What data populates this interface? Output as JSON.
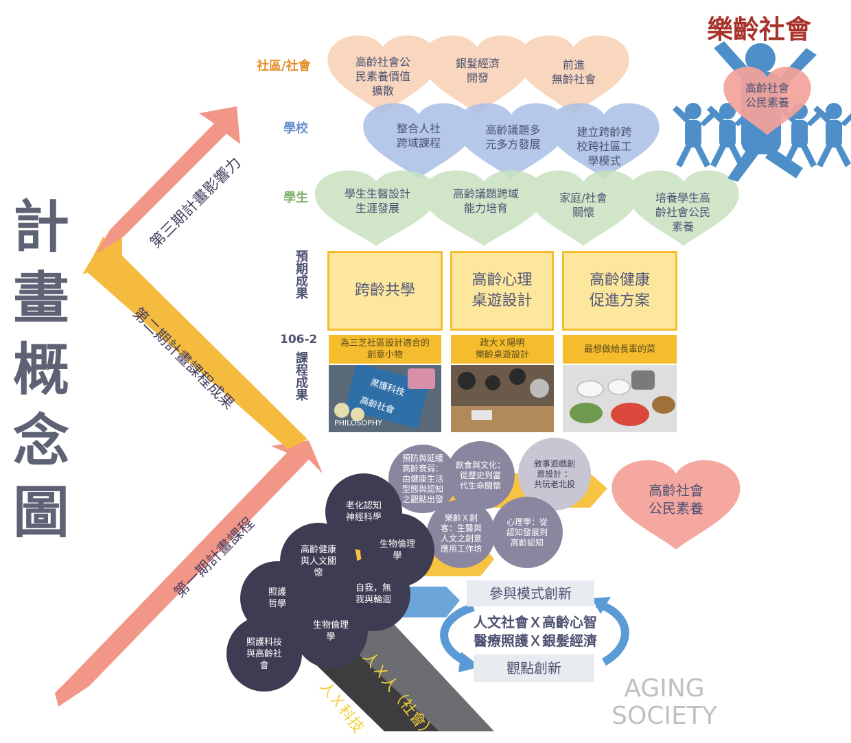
{
  "title_vertical": [
    "計",
    "畫",
    "概",
    "念",
    "圖"
  ],
  "top_title": "樂齡社會",
  "top_heart": "高齡社會\n公民素養",
  "levels": {
    "community": "社區/社會",
    "school": "學校",
    "student": "學生"
  },
  "community_hearts": [
    "高齡社會公\n民素養價值\n擴散",
    "銀髮經濟\n開發",
    "前進\n無齡社會"
  ],
  "school_hearts": [
    "整合人社\n跨域課程",
    "高齡議題多\n元多方發展",
    "建立跨齡跨\n校跨社區工\n學模式"
  ],
  "student_hearts": [
    "學生生醫設計\n生涯發展",
    "高齡議題跨域\n能力培育",
    "家庭/社會\n關懷",
    "培養學生高\n齡社會公民\n素養"
  ],
  "expected_label": "預期成果",
  "outcomes": [
    "跨齡共學",
    "高齡心理\n桌遊設計",
    "高齡健康\n促進方案"
  ],
  "course_label_num": "106-2",
  "course_label": "課程成果",
  "course_captions": [
    "為三芝社區設計適合的\n創意小物",
    "政大Ｘ陽明\n樂齡桌遊設計",
    "最想做給長輩的菜"
  ],
  "photo1_texts": [
    "黑護科技",
    "高齡社會",
    "PHILOSOPHY"
  ],
  "arrows": {
    "phase3": "第三期計畫影響力",
    "phase2": "第二期計畫課程成果",
    "phase1": "第一期計畫課程"
  },
  "light_circles": [
    "預防與延緩\n高齡衰弱：\n由健康生活\n型態與認知\n之觀點出發",
    "飲食與文化：\n從歷史到當\n代生命關懷",
    "敘事遊戲創\n意設計 ：\n共玩老北投",
    "樂齡Ｘ創\n客：生醫與\n人文之創意\n應用工作坊",
    "心理學：從\n認知發展到\n高齡認知"
  ],
  "dark_circles": [
    "老化認知\n神經科學",
    "生物倫理\n學",
    "高齡健康\n與人文關\n懷",
    "自我，無\n我與輪迴",
    "照護\n哲學",
    "生物倫理\n學",
    "照護科技\n與高齡社\n會"
  ],
  "goal_heart": "高齡社會\n公民素養",
  "cycle": {
    "top": "參與模式創新",
    "middle1": "人文社會Ｘ高齡心智",
    "middle2": "醫療照護Ｘ銀髮經濟",
    "bottom": "觀點創新"
  },
  "stripes": [
    "人Ｘ人（社會）",
    "人Ｘ科技"
  ],
  "aging_society": [
    "AGING",
    "SOCIETY"
  ],
  "colors": {
    "salmon": "#f4a597",
    "orange_heart": "#f9cfb3",
    "blue_heart": "#a9bfe6",
    "green_heart": "#c9e2c0",
    "yellow": "#f5bd2e",
    "dark_circle": "#3e3c52",
    "light_circle": "#8a86a0",
    "figures": "#4f8fc9"
  }
}
